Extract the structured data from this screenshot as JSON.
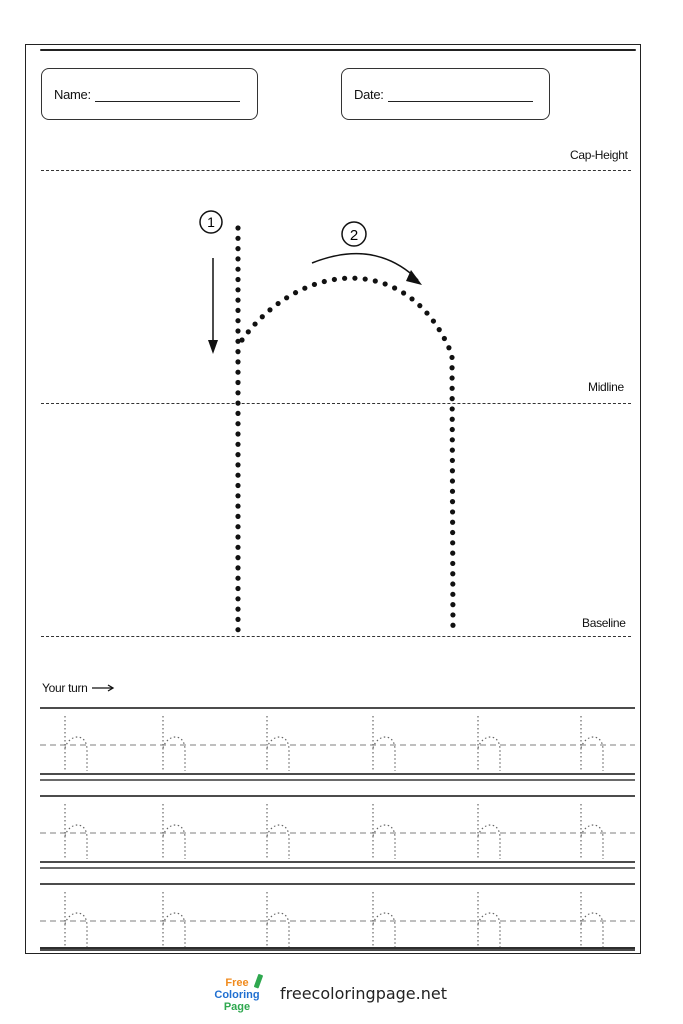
{
  "header": {
    "name_label": "Name:",
    "date_label": "Date:"
  },
  "guides": {
    "cap_height": "Cap-Height",
    "midline": "Midline",
    "baseline": "Baseline"
  },
  "steps": {
    "step1": "1",
    "step2": "2"
  },
  "practice": {
    "your_turn": "Your turn",
    "letter": "h",
    "rows": 3,
    "letters_per_row": 6
  },
  "footer": {
    "site": "freecoloringpage.net",
    "logo_text_1": "Free",
    "logo_text_2": "Coloring",
    "logo_text_3": "Page"
  },
  "colors": {
    "ink": "#111111",
    "guide_dash": "#333333",
    "trace_dash": "#888888",
    "logo_orange": "#f08a1c",
    "logo_blue": "#1f6fd1",
    "logo_green": "#2fa84f"
  }
}
